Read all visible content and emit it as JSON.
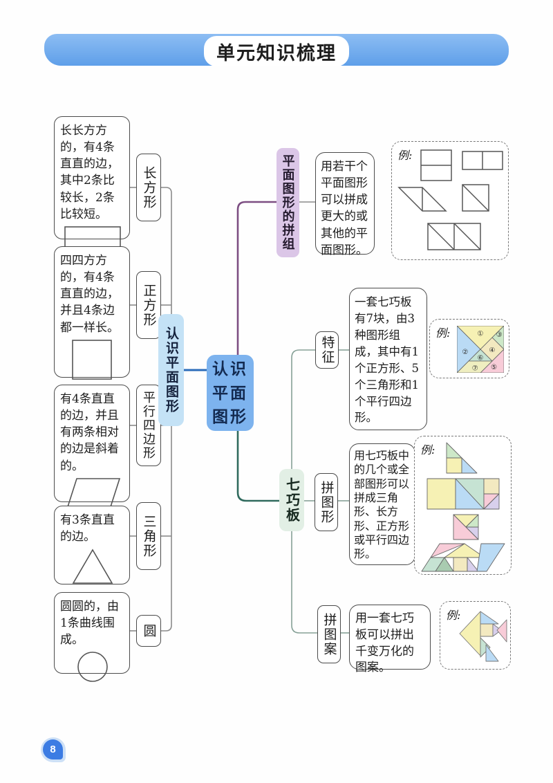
{
  "header": {
    "title": "单元知识梳理",
    "banner_color": "#6fa9ee"
  },
  "center": {
    "label": "认识\n平面\n图形",
    "color": "#7db3ee"
  },
  "left_branch": {
    "node": {
      "label": "认识平面图形",
      "color": "#c4e2f6"
    },
    "shapes": [
      {
        "label": "长方形",
        "desc": "长长方方的，有4条直直的边，其中2条比较长，2条比较短。",
        "figure": "rectangle"
      },
      {
        "label": "正方形",
        "desc": "四四方方的，有4条直直的边，并且4条边都一样长。",
        "figure": "square"
      },
      {
        "label": "平行四边形",
        "desc": "有4条直直的边，并且有两条相对的边是斜着的。",
        "figure": "parallelogram"
      },
      {
        "label": "三角形",
        "desc": "有3条直直的边。",
        "figure": "triangle"
      },
      {
        "label": "圆",
        "desc": "圆圆的，由1条曲线围成。",
        "figure": "circle"
      }
    ]
  },
  "pinzu_branch": {
    "node": {
      "label": "平面图形的拼组",
      "color": "#dbc6e7"
    },
    "desc": "用若干个平面图形可以拼成更大的或其他的平面图形。",
    "example_label": "例:"
  },
  "qiqiaoban_branch": {
    "node": {
      "label": "七巧板",
      "color": "#e2efe5"
    },
    "children": [
      {
        "label": "特征",
        "desc": "一套七巧板有7块，由3种图形组成，其中有1个正方形、5个三角形和1个平行四边形。",
        "example_label": "例:"
      },
      {
        "label": "拼图形",
        "desc": "用七巧板中的几个或全部图形可以拼成三角形、长方形、正方形或平行四边形。",
        "example_label": "例:"
      },
      {
        "label": "拼图案",
        "desc": "用一套七巧板可以拼出千变万化的图案。",
        "example_label": "例:"
      }
    ],
    "tangram_numbers": [
      "①",
      "②",
      "③",
      "④",
      "⑤",
      "⑥",
      "⑦"
    ]
  },
  "line_colors": {
    "left_tree": "#8a8a8a",
    "center_link": "#2b6cba",
    "pinzu_link": "#7c4e82",
    "qiqiaoban_link": "#2f6a5d",
    "sub_links": "#85a096"
  },
  "page": {
    "page_number": "8",
    "badge_color": "#3c7ce3"
  }
}
